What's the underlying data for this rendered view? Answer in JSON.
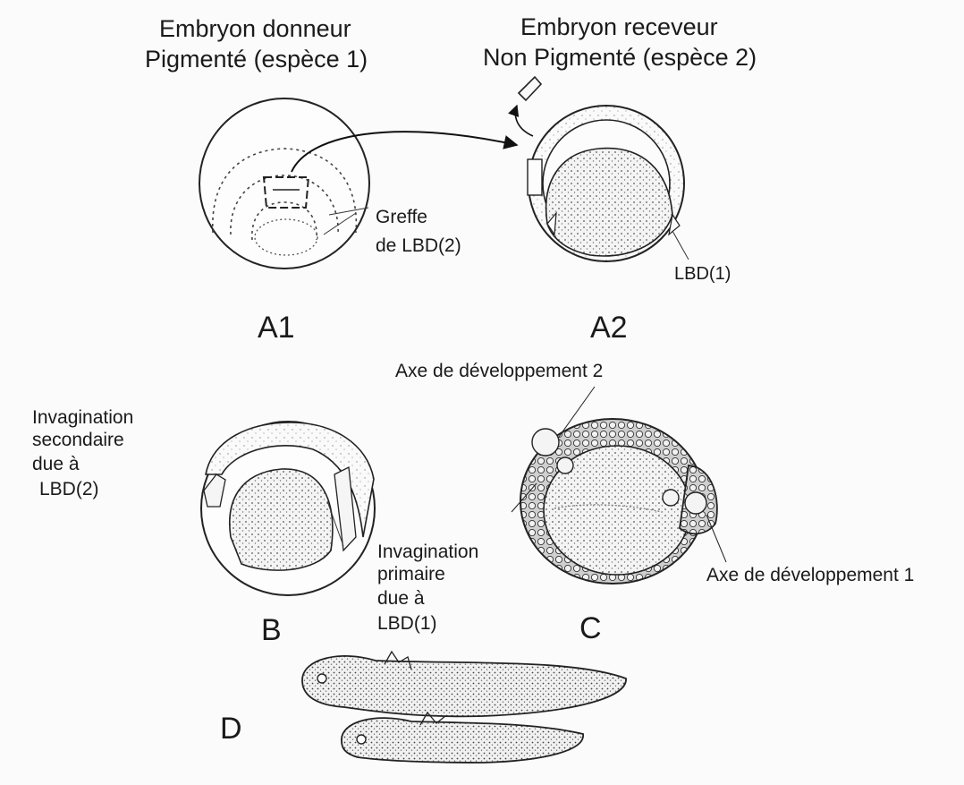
{
  "a1": {
    "title_line1": "Embryon donneur",
    "title_line2": "Pigmenté (espèce 1)",
    "graft_line1": "Greffe",
    "graft_line2": "de LBD(2)",
    "panel_label": "A1"
  },
  "a2": {
    "title_line1": "Embryon receveur",
    "title_line2": "Non Pigmenté (espèce 2)",
    "lip_label": "LBD(1)",
    "panel_label": "A2"
  },
  "axis2_label": "Axe de développement 2",
  "axis1_label": "Axe de développement 1",
  "b": {
    "secondary": [
      "Invagination",
      "secondaire",
      "due à",
      "LBD(2)"
    ],
    "primary": [
      "Invagination",
      "primaire",
      "due à",
      "LBD(1)"
    ],
    "panel_label": "B"
  },
  "c": {
    "panel_label": "C"
  },
  "d": {
    "panel_label": "D"
  }
}
